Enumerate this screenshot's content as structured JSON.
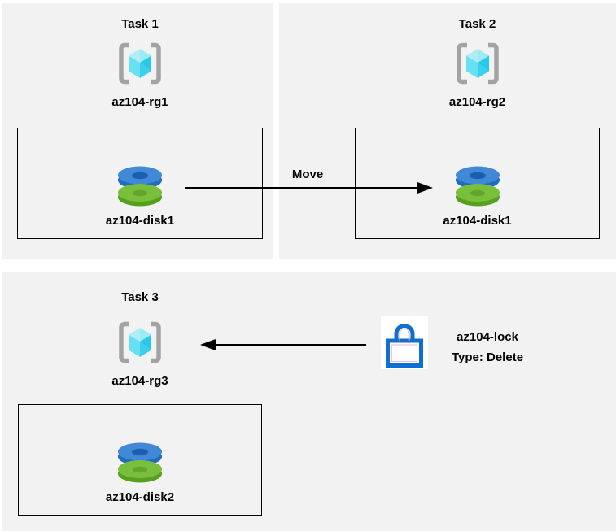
{
  "diagram": {
    "tasks": [
      {
        "title": "Task 1",
        "rg_label": "az104-rg1",
        "disk_label": "az104-disk1"
      },
      {
        "title": "Task 2",
        "rg_label": "az104-rg2",
        "disk_label": "az104-disk1"
      },
      {
        "title": "Task 3",
        "rg_label": "az104-rg3",
        "disk_label": "az104-disk2"
      }
    ],
    "move_label": "Move",
    "lock": {
      "name": "az104-lock",
      "type_line": "Type: Delete"
    },
    "icons": {
      "resource_group": "resource-group-icon",
      "managed_disk": "managed-disk-icon",
      "lock": "lock-icon"
    }
  },
  "colors": {
    "panel_bg": "#f2f2f2",
    "ink": "#000000",
    "box_border": "#000000",
    "bracket_gray": "#a3a3a3",
    "cube_1": "#b0eef7",
    "cube_2": "#9cebf5",
    "cube_3": "#66e0f2",
    "cube_4": "#3bd0ed",
    "cube_5": "#29c7e8",
    "disk_blue_top": "#4189d6",
    "disk_blue_side": "#1d6dc0",
    "disk_blue_hole": "#1c5fae",
    "disk_green_top": "#7abf3c",
    "disk_green_side": "#55a01d",
    "disk_green_hole": "#62a52e",
    "lock_blue": "#0f6fd0",
    "lock_pink": "#eb9cc2",
    "lock_bg": "#ffffff"
  }
}
